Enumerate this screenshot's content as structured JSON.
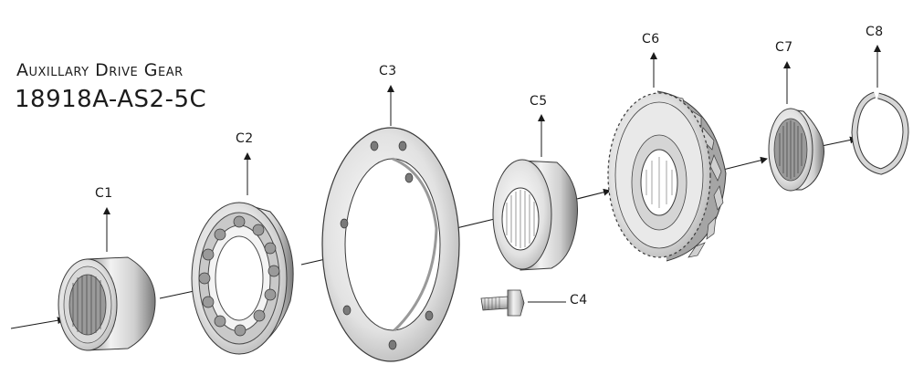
{
  "title": "Auxillary Drive Gear",
  "part_number": "18918A-AS2-5C",
  "callouts": [
    {
      "id": "c1",
      "label": "C1",
      "part": "bearing-inner-race"
    },
    {
      "id": "c2",
      "label": "C2",
      "part": "ball-bearing"
    },
    {
      "id": "c3",
      "label": "C3",
      "part": "bearing-retainer-plate"
    },
    {
      "id": "c4",
      "label": "C4",
      "part": "bolt"
    },
    {
      "id": "c5",
      "label": "C5",
      "part": "splined-hub"
    },
    {
      "id": "c6",
      "label": "C6",
      "part": "helical-gear"
    },
    {
      "id": "c7",
      "label": "C7",
      "part": "needle-bearing"
    },
    {
      "id": "c8",
      "label": "C8",
      "part": "snap-ring"
    }
  ],
  "colors": {
    "metal_light": "#e6e6e6",
    "metal_mid": "#b5b5b5",
    "metal_dark": "#6e6e6e",
    "outline": "#3a3a3a",
    "text": "#1a1a1a"
  }
}
